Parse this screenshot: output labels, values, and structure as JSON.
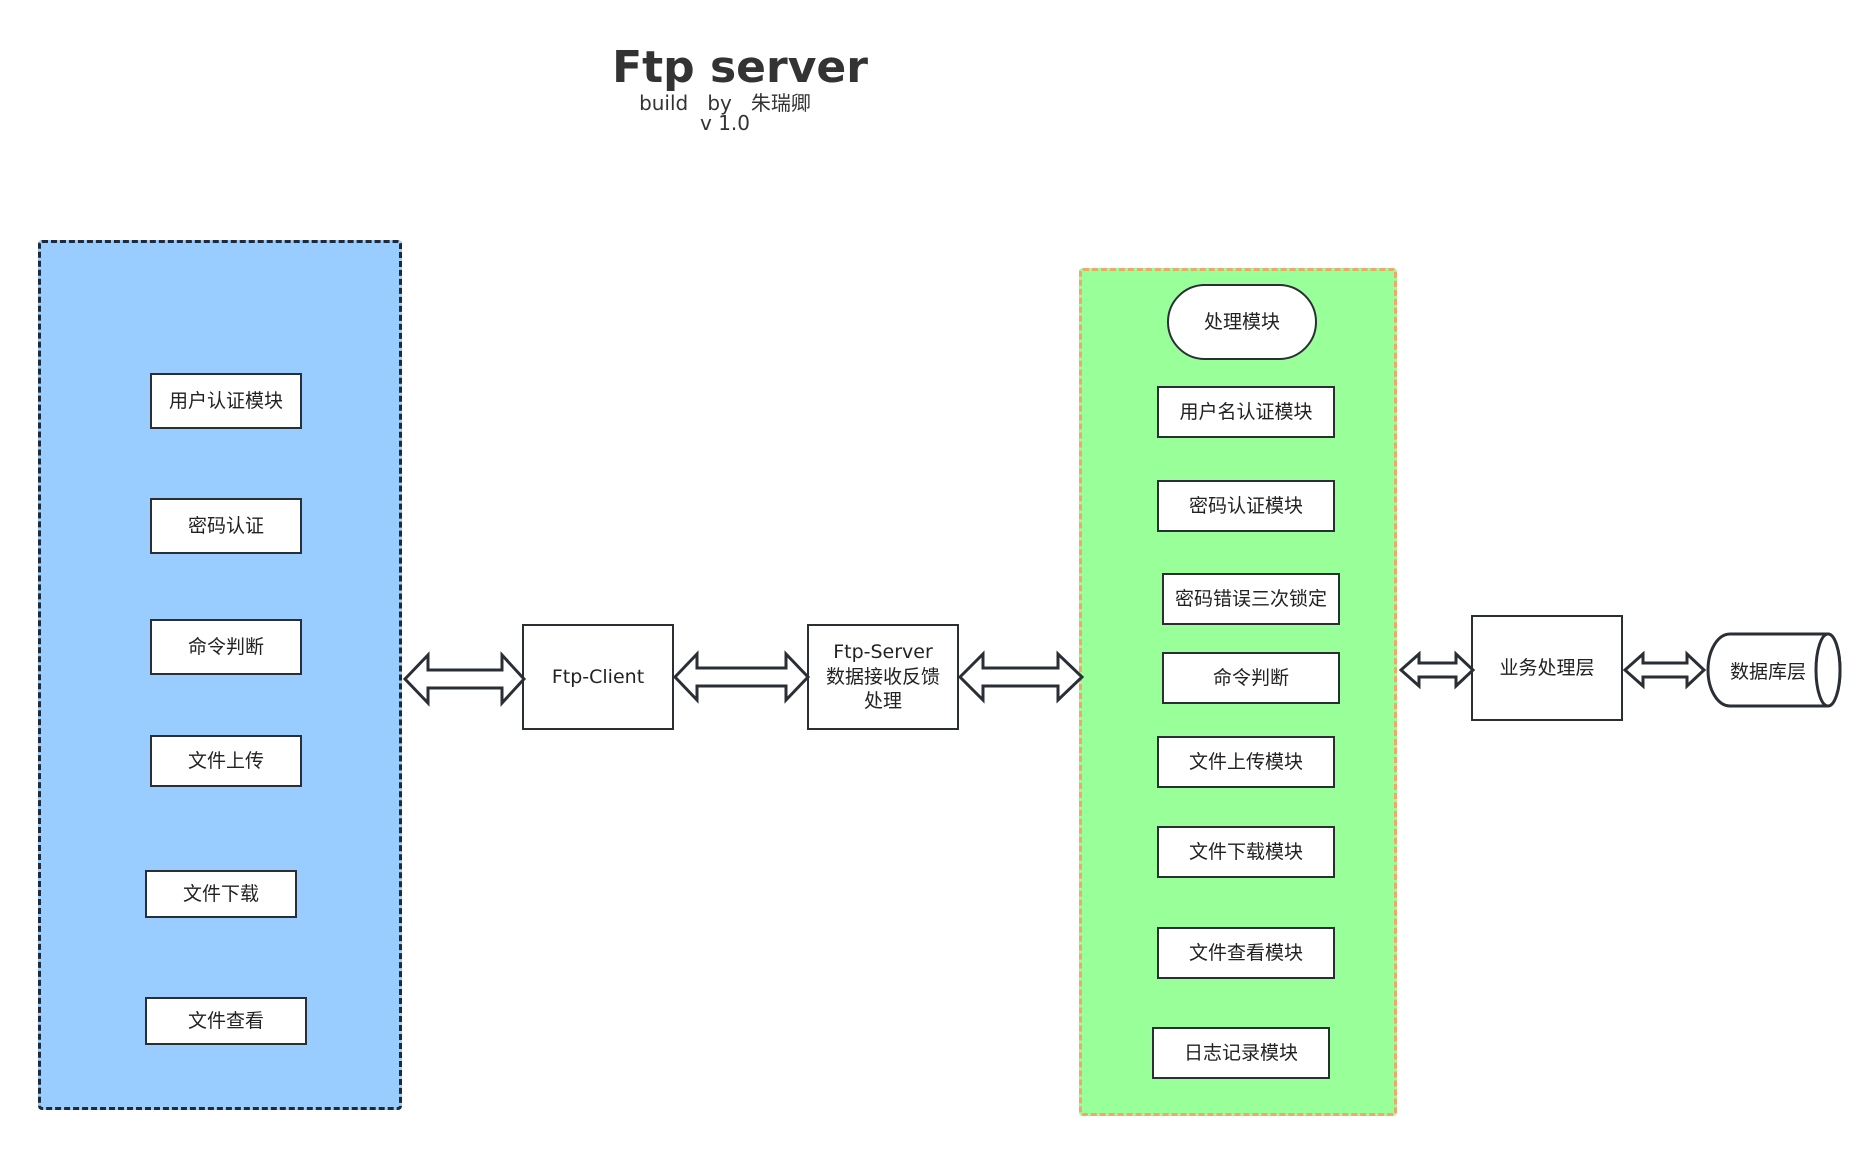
{
  "header": {
    "title": "Ftp server",
    "subtitle": "build   by   朱瑞卿",
    "version": "v 1.0"
  },
  "client_panel": {
    "modules": [
      "用户认证模块",
      "密码认证",
      "命令判断",
      "文件上传",
      "文件下载",
      "文件查看"
    ]
  },
  "ftp_client": {
    "label": "Ftp-Client"
  },
  "ftp_server_feedback": {
    "label": "Ftp-Server\n数据接收反馈\n处理"
  },
  "server_panel": {
    "header": "处理模块",
    "modules": [
      "用户名认证模块",
      "密码认证模块",
      "密码错误三次锁定",
      "命令判断",
      "文件上传模块",
      "文件下载模块",
      "文件查看模块",
      "日志记录模块"
    ]
  },
  "business_layer": {
    "label": "业务处理层"
  },
  "database_layer": {
    "label": "数据库层"
  },
  "colors": {
    "client_panel_fill": "#99ccff",
    "server_panel_fill": "#99ff99",
    "server_panel_border": "#f2a66a",
    "stroke": "#2a2f36"
  }
}
